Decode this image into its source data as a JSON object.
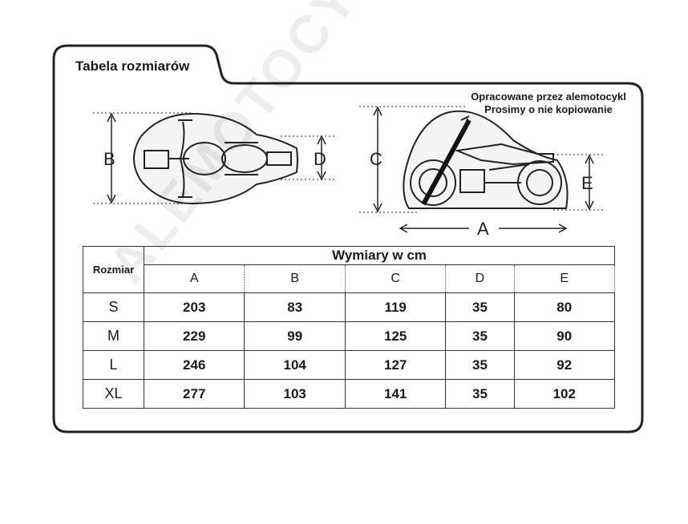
{
  "title": "Tabela rozmiarów",
  "note": [
    "Opracowane przez alemotocykl",
    "Prosimy o nie kopiowanie"
  ],
  "watermark": "ALEMOTOCYKL",
  "diagram_labels": {
    "a": "A",
    "b": "B",
    "c": "C",
    "d": "D",
    "e": "E"
  },
  "table": {
    "size_header": "Rozmiar",
    "group_header": "Wymiary w cm",
    "columns": [
      "A",
      "B",
      "C",
      "D",
      "E"
    ],
    "rows": [
      {
        "size": "S",
        "values": [
          "203",
          "83",
          "119",
          "35",
          "80"
        ]
      },
      {
        "size": "M",
        "values": [
          "229",
          "99",
          "125",
          "35",
          "90"
        ]
      },
      {
        "size": "L",
        "values": [
          "246",
          "104",
          "127",
          "35",
          "92"
        ]
      },
      {
        "size": "XL",
        "values": [
          "277",
          "103",
          "141",
          "35",
          "102"
        ]
      }
    ]
  }
}
